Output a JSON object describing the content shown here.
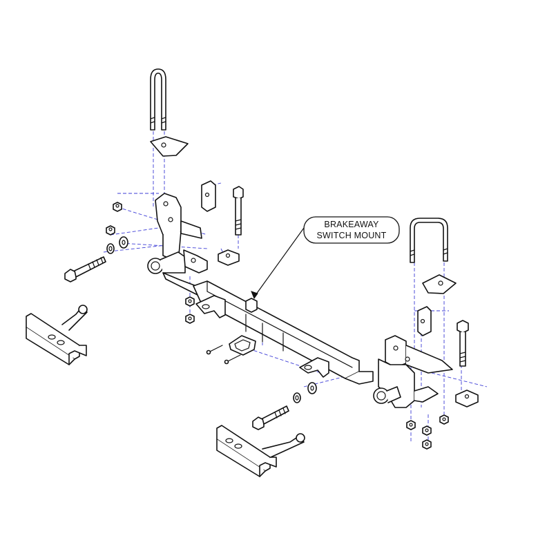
{
  "callout": {
    "line1": "BRAKEAWAY",
    "line2": "SWITCH MOUNT"
  },
  "colors": {
    "line": "#111111",
    "guide": "#3b3bd6",
    "background": "#ffffff"
  },
  "parts": [
    "u-bolt-left",
    "spacer-plate-left",
    "mounting-bracket-left",
    "nut-left-upper",
    "nut-left-lower",
    "washer-left",
    "lock-washer-left",
    "bolt-left",
    "side-bracket-left",
    "main-crossbar",
    "receiver-tube",
    "safety-chain-tab-left",
    "safety-chain-tab-right",
    "switch-mount-plate",
    "screws",
    "u-bolt-right",
    "spacer-plate-right",
    "mounting-bracket-right",
    "bolt-right",
    "nut-right",
    "bolt-lower-right",
    "washer-lower-right",
    "side-bracket-right",
    "receiver-tube-right"
  ]
}
